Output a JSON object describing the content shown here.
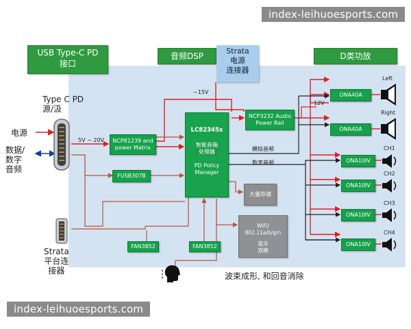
{
  "headers": {
    "usb_pd": "USB Type-C PD\n接口",
    "audio_dsp": "音频DSP",
    "class_d": "D类功放",
    "strata_conn": "Strata\n电源\n连接器"
  },
  "left_labels": {
    "typec_src": "Type C PD\n源/汲",
    "power": "电源",
    "data_audio": "数据/\n数字\n音频",
    "strata_platform": "Strata\n平台连\n接器"
  },
  "blocks": {
    "ncp81239": "NCP81239 and\npower Matrix",
    "fusb307b": "FUSB307B",
    "lc82345x": "LC82345x",
    "smart_dsp": "智能音箱\n处理器",
    "pd_policy": "PD Policy\nManager",
    "ncp3232": "NCP3232 Audio\nPower Rail",
    "storage": "大量存储",
    "wifi": "WiFi/\n802.11a/b/g/n",
    "bt": "蓝牙\n双模",
    "fan3852_a": "FAN3852",
    "fan3852_b": "FAN3852",
    "ona40a_1": "ONA40A",
    "ona40a_2": "ONA40A",
    "ona10iv_1": "ONA10IV",
    "ona10iv_2": "ONA10IV",
    "ona10iv_3": "ONA10IV",
    "ona10iv_4": "ONA10IV"
  },
  "wire_labels": {
    "v15": "~15V",
    "v5_20": "5V ~ 20V",
    "v12": "12V",
    "analog_audio": "模拟音频",
    "digital_audio": "数字音频"
  },
  "speakers": {
    "left": "Left",
    "right": "Right",
    "ch1": "CH1",
    "ch2": "CH2",
    "ch3": "CH3",
    "ch4": "CH4"
  },
  "beamforming": "波束成形, 和回音消除",
  "watermarks": {
    "top": "index-leihuoesports.com",
    "bottom": "index-leihuoesports.com"
  },
  "colors": {
    "block_green": "#16a14b",
    "panel_blue": "#d4e3f2",
    "power_red": "#e0201e",
    "signal_brown": "#b5563a",
    "data_blue": "#1a3a9c"
  }
}
